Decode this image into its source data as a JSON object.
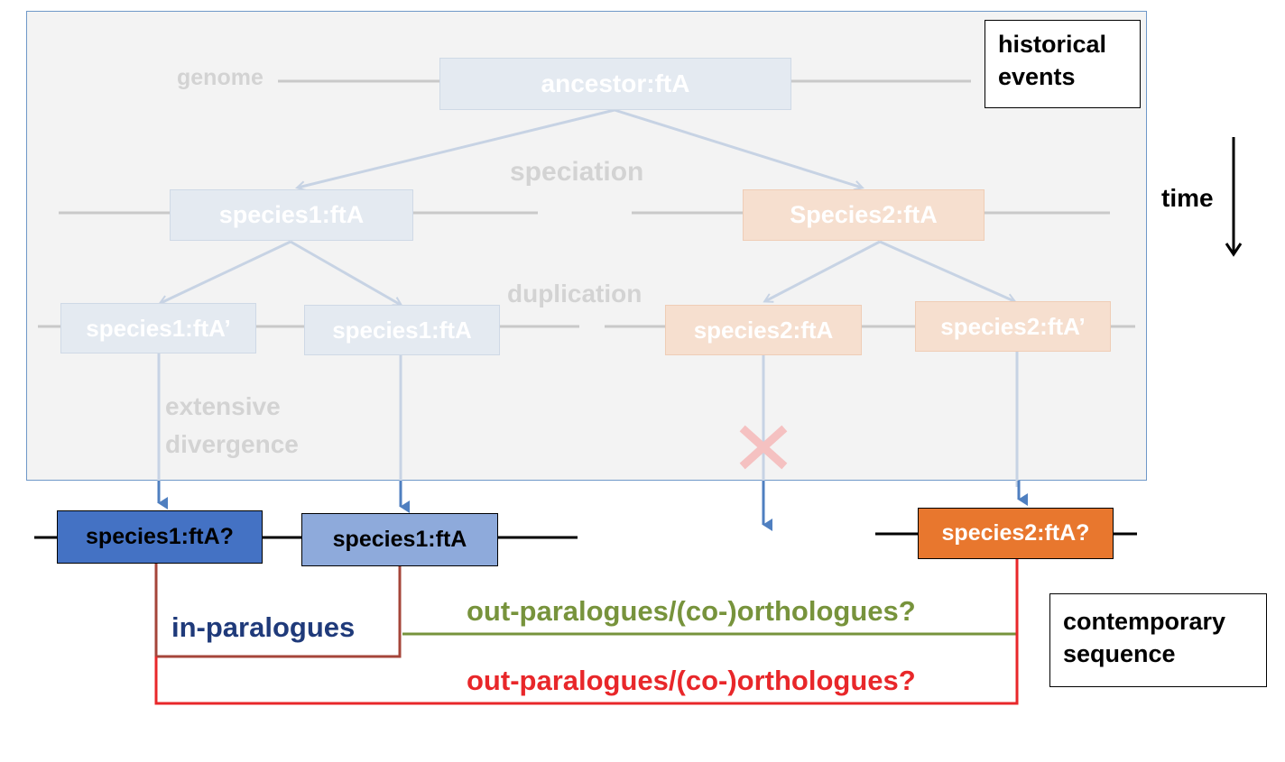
{
  "historical": {
    "genome_label": "genome",
    "ancestor": "ancestor:ftA",
    "speciation": "speciation",
    "species1": "species1:ftA",
    "species2": "Species2:ftA",
    "duplication": "duplication",
    "s1_prime": "species1:ftA’",
    "s1_ftA": "species1:ftA",
    "s2_ftA": "species2:ftA",
    "s2_prime": "species2:ftA’",
    "divergence_line1": "extensive",
    "divergence_line2": "divergence"
  },
  "legend": {
    "historical_line1": "historical",
    "historical_line2": "events",
    "time": "time",
    "contemporary_line1": "contemporary",
    "contemporary_line2": "sequence"
  },
  "contemporary": {
    "s1_query": "species1:ftA?",
    "s1_ftA": "species1:ftA",
    "s2_query": "species2:ftA?",
    "in_paralogues": "in-paralogues",
    "green_relation": "out-paralogues/(co-)orthologues?",
    "red_relation": "out-paralogues/(co-)orthologues?"
  },
  "colors": {
    "panel_border": "#6f98c8",
    "dark_blue": "#4472c4",
    "light_blue": "#8eaadb",
    "orange": "#e8772e",
    "in_paralogue_line": "#a5453a",
    "green": "#77933c",
    "red": "#e8272a",
    "navy_text": "#1f3a7a"
  }
}
